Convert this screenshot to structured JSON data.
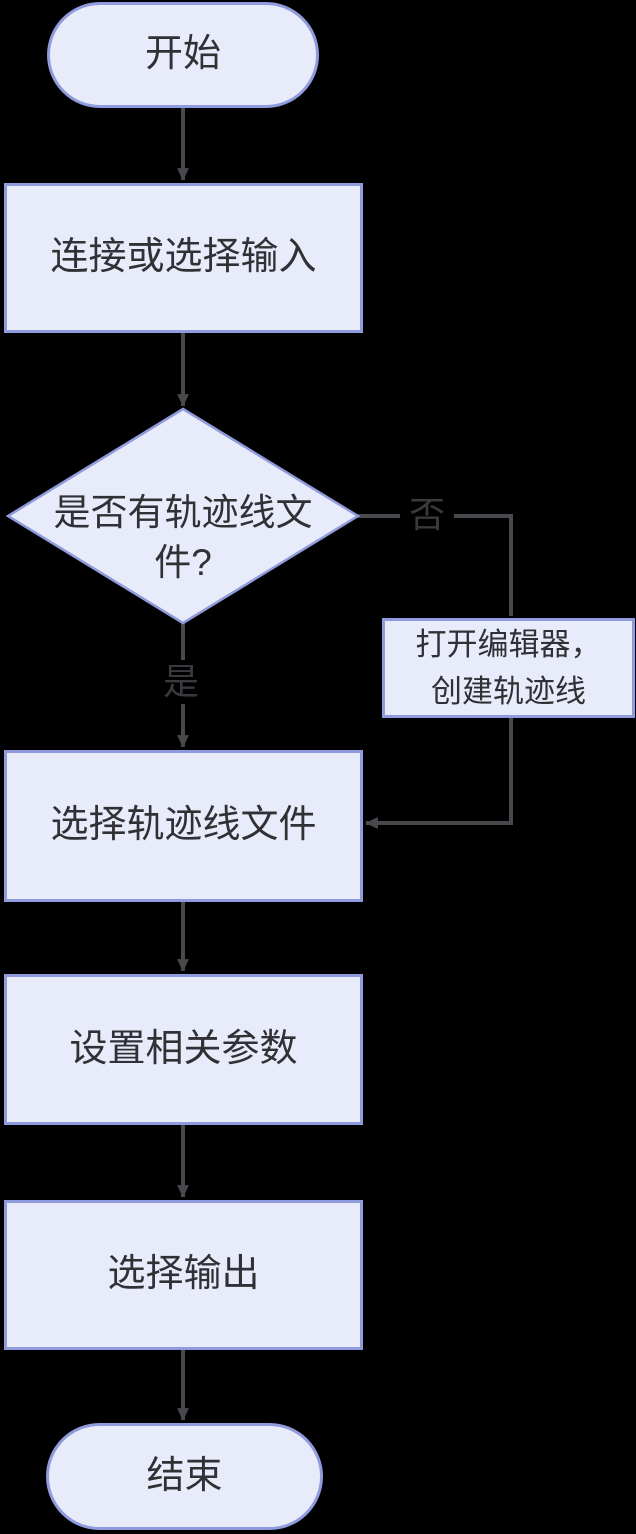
{
  "theme": {
    "canvas_background": "#000000",
    "node_fill": "#e8ecfa",
    "node_border": "#8f9bdc",
    "edge_color": "#48494c",
    "node_text": "#313135",
    "edge_label_text": "#3a3a3e"
  },
  "diagram": {
    "type": "flowchart",
    "direction": "top-down",
    "nodes": {
      "start": {
        "label": "开始",
        "shape": "terminal"
      },
      "connect_input": {
        "label": "连接或选择输入",
        "shape": "process"
      },
      "decision": {
        "label": "是否有轨迹线文件?",
        "shape": "decision"
      },
      "open_editor": {
        "label": "打开编辑器，创建轨迹线",
        "shape": "process"
      },
      "select_file": {
        "label": "选择轨迹线文件",
        "shape": "process"
      },
      "set_params": {
        "label": "设置相关参数",
        "shape": "process"
      },
      "select_output": {
        "label": "选择输出",
        "shape": "process"
      },
      "end": {
        "label": "结束",
        "shape": "terminal"
      }
    },
    "edge_labels": {
      "yes": "是",
      "no": "否"
    },
    "edges": [
      {
        "from": "start",
        "to": "connect_input"
      },
      {
        "from": "connect_input",
        "to": "decision"
      },
      {
        "from": "decision",
        "to": "select_file",
        "label": "是"
      },
      {
        "from": "decision",
        "to": "open_editor",
        "label": "否"
      },
      {
        "from": "open_editor",
        "to": "select_file"
      },
      {
        "from": "select_file",
        "to": "set_params"
      },
      {
        "from": "set_params",
        "to": "select_output"
      },
      {
        "from": "select_output",
        "to": "end"
      }
    ]
  }
}
